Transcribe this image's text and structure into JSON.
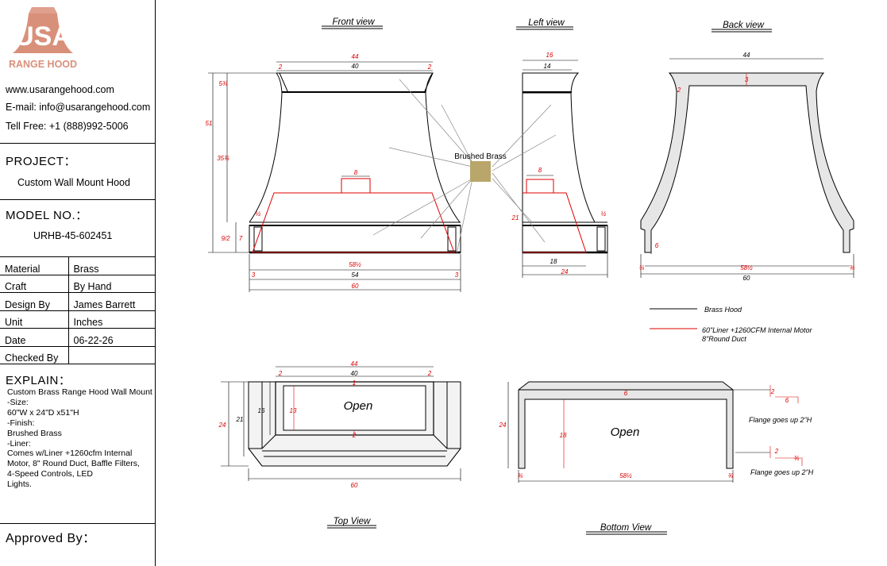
{
  "company": {
    "brand_short": "USA",
    "brand_sub": "RANGE HOOD",
    "website": "www.usarangehood.com",
    "email": "E-mail: info@usarangehood.com",
    "phone": "Tell Free: +1 (888)992-5006"
  },
  "project": {
    "title": "PROJECT：",
    "value": "Custom Wall Mount Hood"
  },
  "model": {
    "title": "MODEL NO.：",
    "value": "URHB-45-602451"
  },
  "properties": [
    {
      "label": "Material",
      "value": "Brass"
    },
    {
      "label": "Craft",
      "value": "By Hand"
    },
    {
      "label": "Design By",
      "value": "James Barrett"
    },
    {
      "label": "Unit",
      "value": "Inches"
    },
    {
      "label": "Date",
      "value": "06-22-26"
    },
    {
      "label": "Checked By",
      "value": ""
    }
  ],
  "explain": {
    "title": "EXPLAIN：",
    "text": "Custom Brass Range Hood Wall Mount\n-Size:\n60\"W x 24\"D x51\"H\n-Finish:\nBrushed Brass\n-Liner:\nComes w/Liner +1260cfm Internal\nMotor, 8\" Round Duct, Baffle Filters,\n4-Speed Controls, LED\nLights."
  },
  "approved": "Approved By：",
  "views": {
    "front": "Front view",
    "left": "Left view",
    "back": "Back view",
    "top": "Top View",
    "bottom": "Bottom View"
  },
  "finish_swatch": {
    "label": "Brushed Brass",
    "color": "#b8a66a"
  },
  "legend": {
    "hood": "Brass Hood",
    "liner_1": "60\"Liner +1260CFM Internal Motor",
    "liner_2": "8\"Round Duct",
    "hood_color": "#000000",
    "liner_color": "#e00000"
  },
  "notes": {
    "open": "Open",
    "flange": "Flange goes up 2\"H"
  },
  "colors": {
    "brand": "#d9907a"
  },
  "dims": {
    "f44": "44",
    "f40": "40",
    "f2": "2",
    "f8": "8",
    "f51": "51",
    "f5_3_4": "5¾",
    "f35_3_4": "35¾",
    "f1_2": "½",
    "f7": "7",
    "f9_2": "9/2",
    "f58_1_2": "58½",
    "f3": "3",
    "f54": "54",
    "f60": "60",
    "l16": "16",
    "l14": "14",
    "l21": "21",
    "l18": "18",
    "l24": "24",
    "b6": "6",
    "b3_4": "¾",
    "t24": "24",
    "t21": "21",
    "t16": "16",
    "t13": "13",
    "t1": "1",
    "o18": "18"
  }
}
